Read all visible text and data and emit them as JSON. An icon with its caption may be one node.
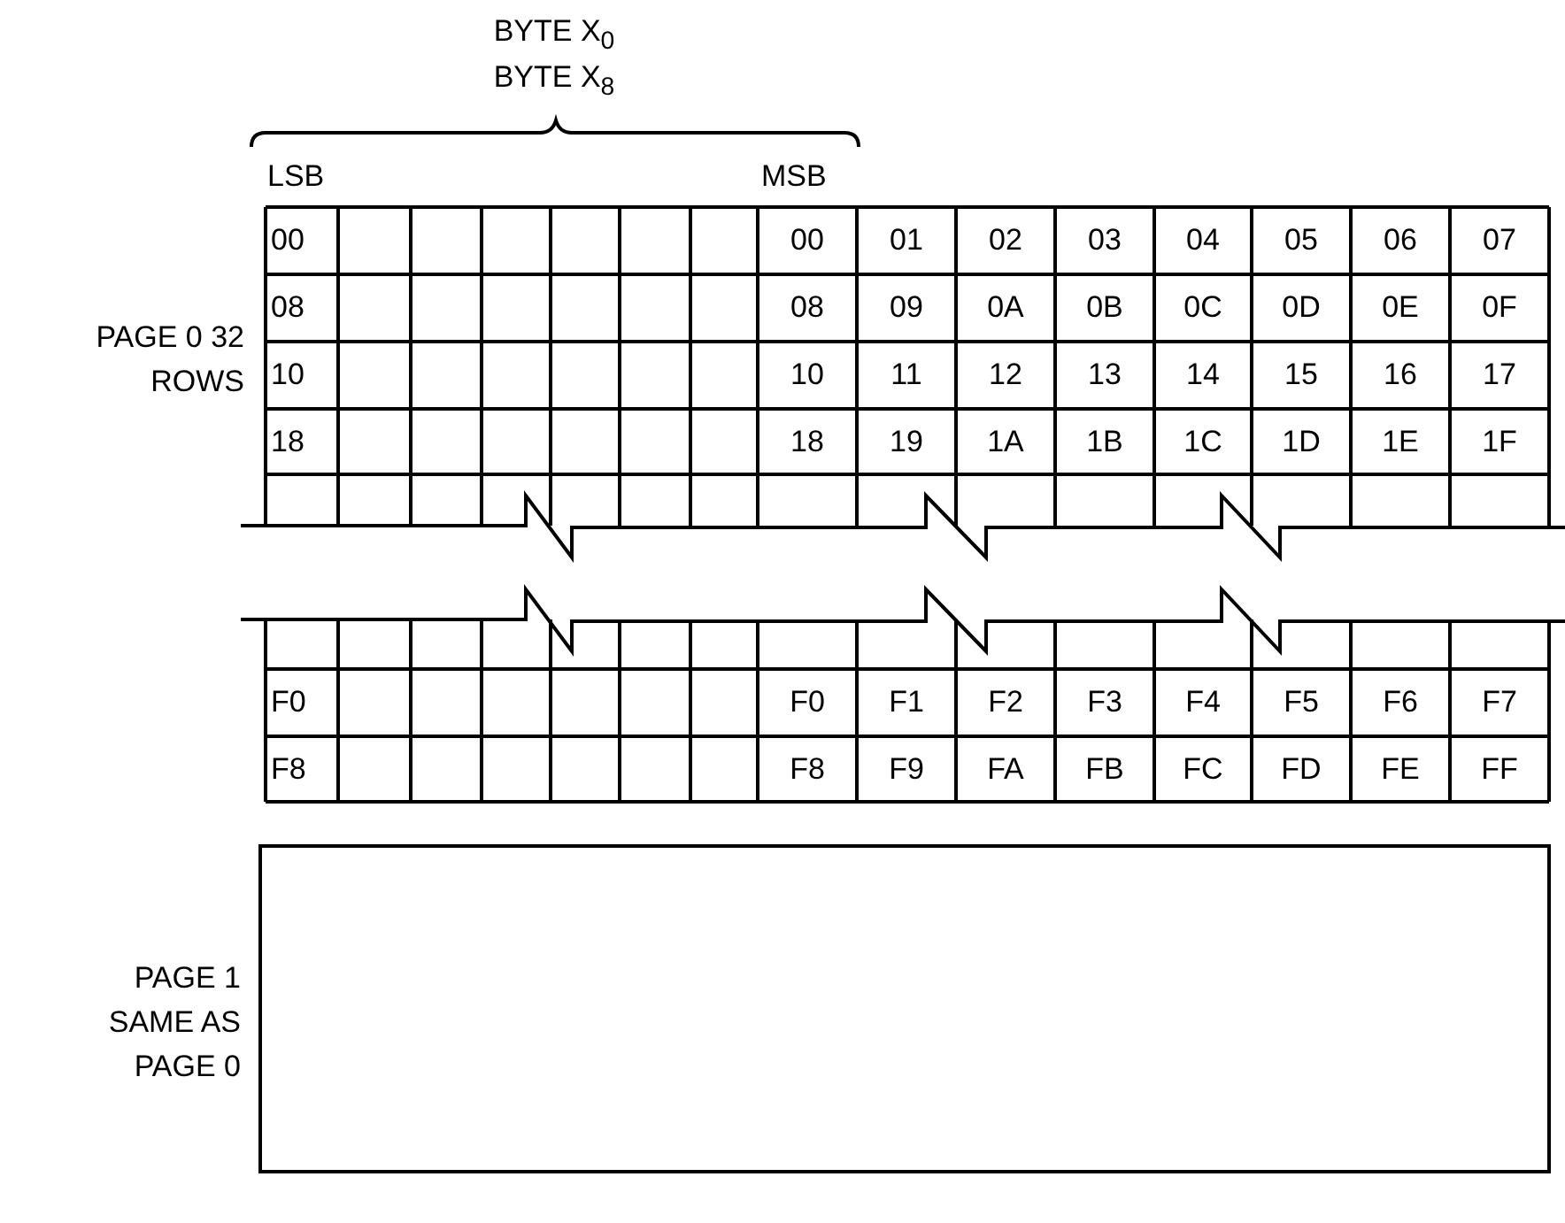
{
  "diagram": {
    "labels": [
      "BYTE X$_{0}$",
      "BYTE X$_{8}$",
      "LSB",
      "MSB",
      "PAGE 0 32 ROWS",
      "00",
      "00",
      "01",
      "02",
      "03",
      "04",
      "05",
      "06",
      "07",
      "08",
      "08",
      "09",
      "0A",
      "0B",
      "0C",
      "0D",
      "0E",
      "0F",
      "10",
      "10",
      "11",
      "12",
      "13",
      "14",
      "15",
      "16",
      "17",
      "18",
      "18",
      "19",
      "1A",
      "1B",
      "1C",
      "1D",
      "1E",
      "1F",
      "F0",
      "F0",
      "F1",
      "F2",
      "F3",
      "F4",
      "F5",
      "F6",
      "F7",
      "F8",
      "F8",
      "F9",
      "FA",
      "FB",
      "FC",
      "FD",
      "FE",
      "FF",
      "PAGE 1 SAME AS PAGE 0"
    ]
  }
}
